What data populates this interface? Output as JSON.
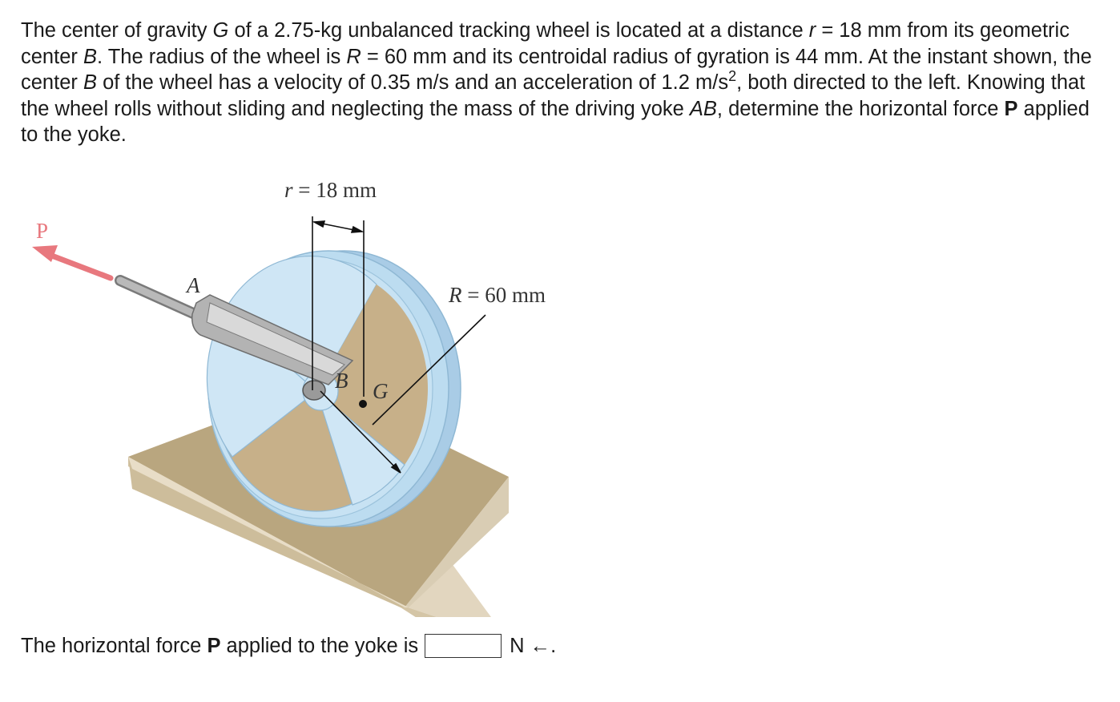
{
  "problem": {
    "s1": "The center of gravity ",
    "v_G": "G",
    "s2": " of a 2.75-kg unbalanced tracking wheel is located at a distance ",
    "v_r": "r",
    "s3": " = 18 mm from its geometric center ",
    "v_B": "B",
    "s4": ". The radius of the wheel is ",
    "v_R": "R",
    "s5": " = 60 mm and its centroidal radius of gyration is 44 mm. At the instant shown, the center ",
    "v_B2": "B",
    "s6": " of the wheel has a velocity of 0.35 m/s and an acceleration of 1.2 m/s",
    "sup": "2",
    "s7": ", both directed to the left. Knowing that the wheel rolls without sliding and neglecting the mass of the driving yoke ",
    "v_AB": "AB",
    "s8": ", determine the horizontal force ",
    "v_P": "P",
    "s9": " applied to the yoke."
  },
  "figure": {
    "label_P": "P",
    "label_A": "A",
    "label_B": "B",
    "label_G": "G",
    "label_r_var": "r",
    "label_r_val": " = 18 mm",
    "label_R_var": "R",
    "label_R_val": " = 60 mm"
  },
  "answer": {
    "prefix": "The horizontal force ",
    "bold": "P",
    "middle": " applied to the yoke is",
    "value": "",
    "unit": "N ←."
  },
  "colors": {
    "force_arrow": "#e8787e",
    "wheel": "#bcdcf0",
    "wheel_edge": "#8fb8d4",
    "base_top": "#c9b896",
    "base_side": "#e0d4bc",
    "yoke": "#a9a9a9"
  }
}
